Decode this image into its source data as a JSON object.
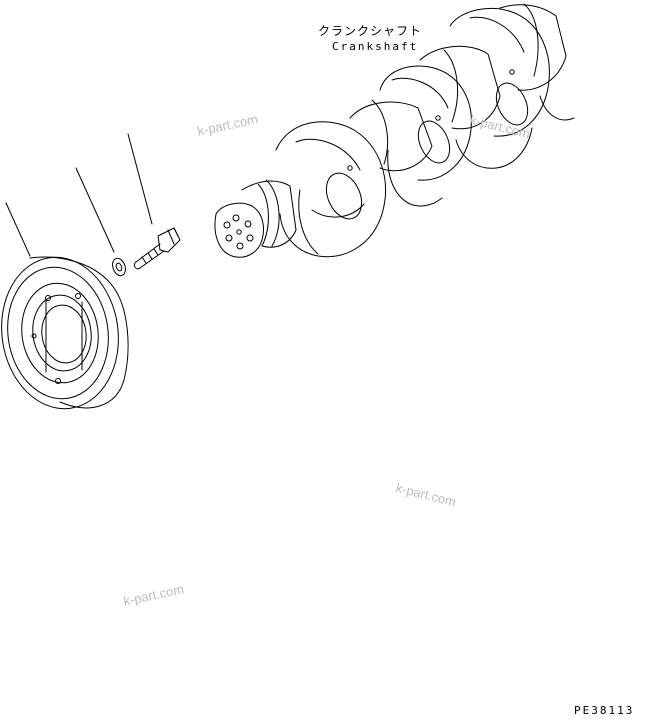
{
  "labels": {
    "crankshaft_jp": "クランクシャフト",
    "crankshaft_en": "Crankshaft"
  },
  "figure_code": "PE38113",
  "watermarks": [
    "k-part.com",
    "k-part.com",
    "k-part.com",
    "k-part.com"
  ],
  "colors": {
    "line": "#000000",
    "watermark": "#bdbdbd",
    "background": "#ffffff"
  }
}
